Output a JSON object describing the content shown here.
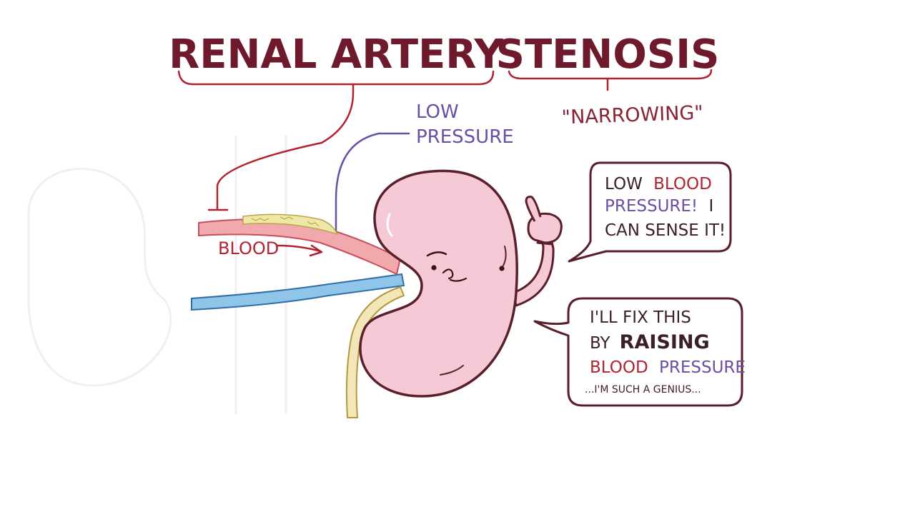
{
  "title": {
    "part1": "Renal Artery",
    "part2": "Stenosis"
  },
  "annotations": {
    "narrowing": "\"Narrowing\"",
    "low_pressure_line1": "Low",
    "low_pressure_line2": "Pressure",
    "blood": "Blood"
  },
  "bubble_top": {
    "line1_a": "Low",
    "line1_b": "Blood",
    "line2_a": "Pressure!",
    "line2_b": "I",
    "line3": "can sense it!"
  },
  "bubble_bottom": {
    "line1": "I'll fix this",
    "line2_a": "by",
    "line2_b": "Raising",
    "line3_a": "Blood",
    "line3_b": "Pressure",
    "line4": "...I'm such a genius..."
  },
  "colors": {
    "ink": "#5a1f2a",
    "title": "#6e1a2c",
    "red": "#b3232f",
    "purple": "#6a4fa6",
    "kidney_fill": "#f6c9d6",
    "artery": "#f2a9ad",
    "vein": "#8ec5e8",
    "ureter": "#f3e6b8",
    "plaque": "#efe7a6"
  }
}
